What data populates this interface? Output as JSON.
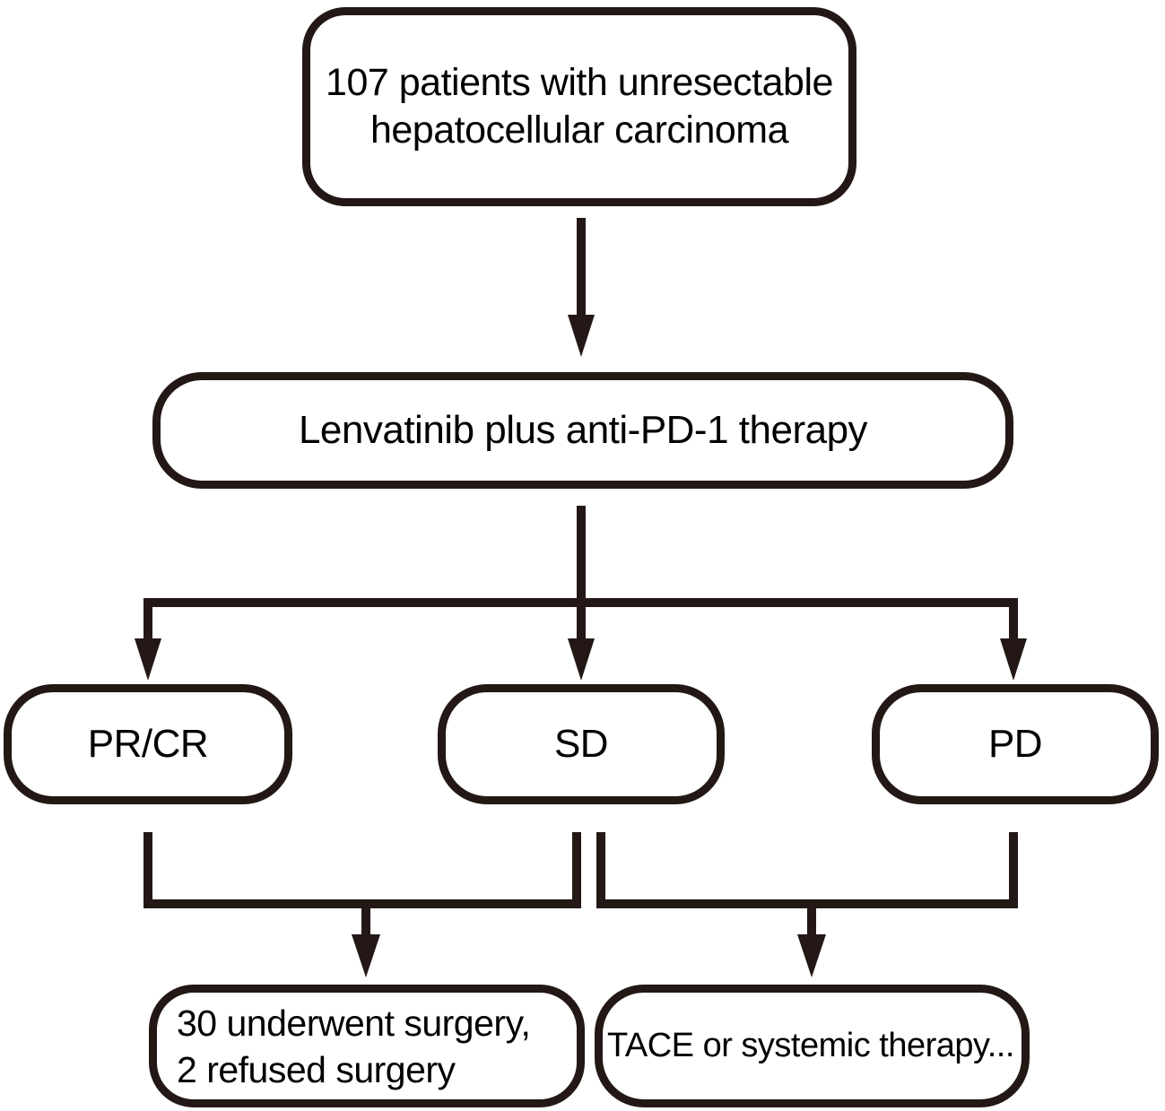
{
  "colors": {
    "line": "#231815",
    "node_border": "#231815",
    "node_fill": "#ffffff",
    "text": "#000000",
    "background": "#ffffff"
  },
  "nodes": {
    "patients": {
      "label": "107 patients with unresectable\nhepatocellular carcinoma"
    },
    "therapy": {
      "label": "Lenvatinib plus anti-PD-1 therapy"
    },
    "prcr": {
      "label": "PR/CR"
    },
    "sd": {
      "label": "SD"
    },
    "pd": {
      "label": "PD"
    },
    "surgery": {
      "label": "30 underwent surgery,\n2 refused surgery"
    },
    "tace": {
      "label": "TACE or systemic therapy..."
    }
  },
  "edges": [
    {
      "from": "patients",
      "to": "therapy",
      "type": "arrow"
    },
    {
      "from": "therapy",
      "to": "prcr",
      "type": "arrow"
    },
    {
      "from": "therapy",
      "to": "sd",
      "type": "arrow"
    },
    {
      "from": "therapy",
      "to": "pd",
      "type": "arrow"
    },
    {
      "from": "prcr",
      "to": "surgery",
      "type": "merge-arrow",
      "merged_with": "sd"
    },
    {
      "from": "sd",
      "to": "surgery",
      "type": "merge-arrow",
      "merged_with": "prcr"
    },
    {
      "from": "sd",
      "to": "tace",
      "type": "merge-arrow",
      "merged_with": "pd"
    },
    {
      "from": "pd",
      "to": "tace",
      "type": "merge-arrow",
      "merged_with": "sd"
    }
  ]
}
